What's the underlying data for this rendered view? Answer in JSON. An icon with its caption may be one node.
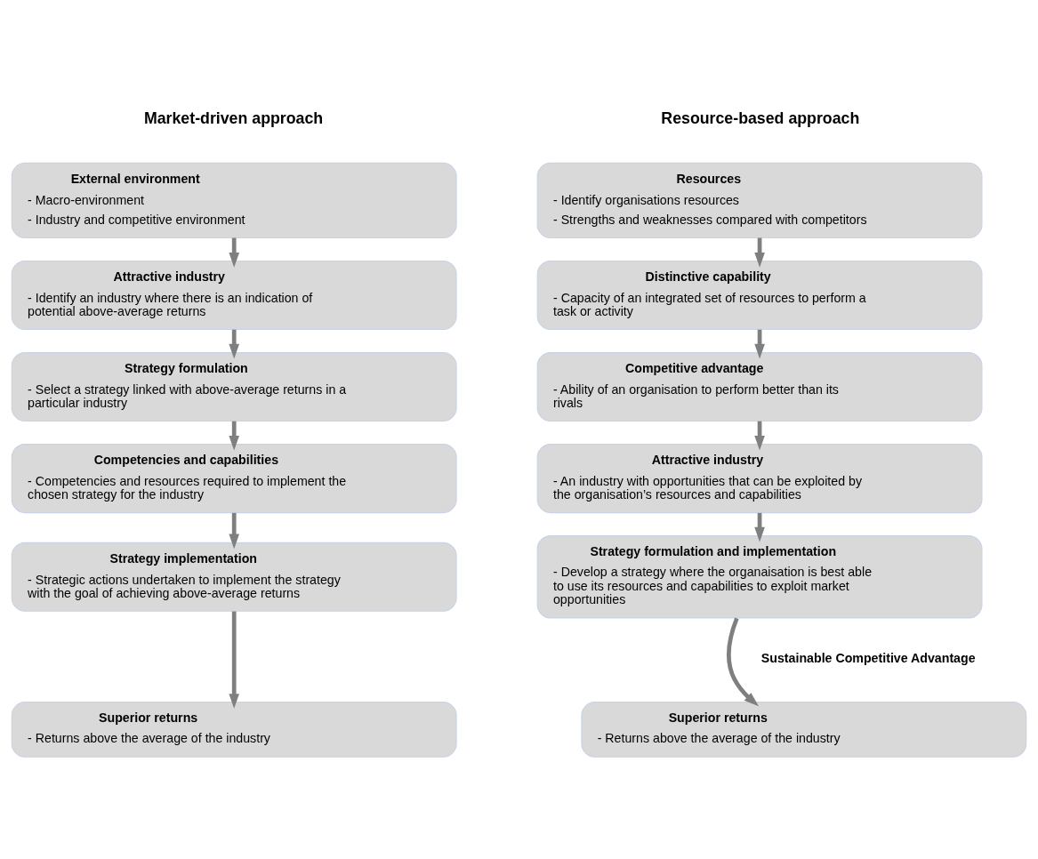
{
  "diagram": {
    "nodes": [
      {
        "text": [
          "Resources",
          "- Identify organisations resources",
          "- Strengths and weaknesses compared with competitors"
        ]
      },
      {
        "text": [
          "Distinctive capability",
          "- Capacity of an integrated set of resources to perform a task or activity"
        ]
      },
      {
        "text": [
          "Competitive advantage",
          "- Ability of an organisation to perform better than its rivals"
        ]
      },
      {
        "text": [
          "Attractive industry",
          "- An industry with opportunities that can be exploited by the organisation’s resources and capabilities"
        ]
      },
      {
        "text": [
          "Strategy formulation and implementation",
          "- Develop a strategy where the organaisation is best able to use its resources and capabilities to exploit market opportunities"
        ]
      },
      {
        "text": [
          "Superior returns",
          "- Returns above the average of the industry"
        ]
      },
      {
        "text": [
          "External environment",
          "- Macro-environment",
          "- Industry and competitive environment"
        ]
      },
      {
        "text": [
          "Attractive industry",
          "- Identify an industry where there is an indication of potential above-average returns"
        ]
      },
      {
        "text": [
          "Strategy formulation",
          "- Select a strategy linked with above-average returns in a particular industry"
        ]
      },
      {
        "text": [
          "Competencies and capabilities",
          "- Competencies and resources required to implement the chosen strategy for the industry"
        ]
      },
      {
        "text": [
          "Strategy implementation",
          "- Strategic actions undertaken to implement the strategy with the goal of achieving above-average returns"
        ]
      },
      {
        "text": [
          "Superior returns",
          "- Returns above the average of the industry"
        ]
      }
    ],
    "edges": [
      {
        "from": 0,
        "to": 1,
        "arrow": "to"
      },
      {
        "from": 1,
        "to": 2,
        "arrow": "to"
      },
      {
        "from": 2,
        "to": 3,
        "arrow": "to"
      },
      {
        "from": 3,
        "to": 4,
        "arrow": "to"
      },
      {
        "from": 4,
        "to": 5,
        "arrow": "to"
      },
      {
        "from": 6,
        "to": 7,
        "arrow": "to"
      },
      {
        "from": 7,
        "to": 8,
        "arrow": "to"
      },
      {
        "from": 8,
        "to": 9,
        "arrow": "to"
      },
      {
        "from": 9,
        "to": 10,
        "arrow": "to"
      },
      {
        "from": 10,
        "to": 11,
        "arrow": "to"
      }
    ],
    "labels": [
      "Resource-based approach",
      "Market-driven approach",
      "Sustainable Competitive Advantage"
    ]
  }
}
